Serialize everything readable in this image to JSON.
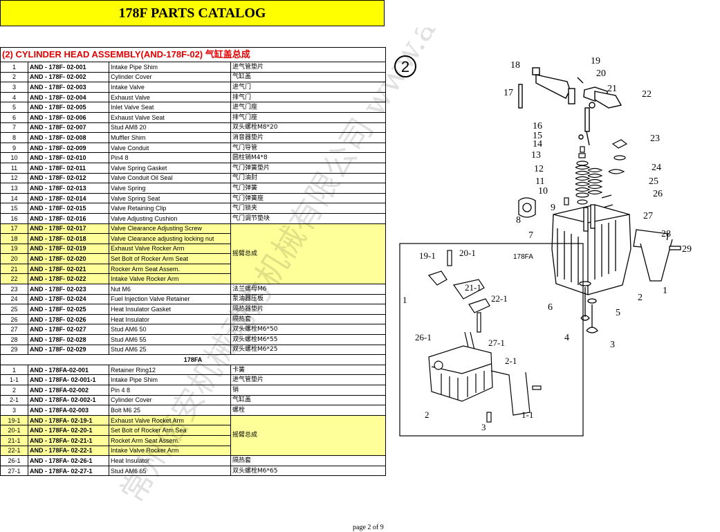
{
  "header": {
    "title": "178F PARTS CATALOG"
  },
  "table": {
    "title": "(2) CYLINDER HEAD ASSEMBLY(AND-178F-02) 气缸盖总成",
    "rows": [
      {
        "no": "1",
        "code": "AND - 178F- 02-001",
        "name": "Intake Pipe Shim",
        "cn": "进气管垫片"
      },
      {
        "no": "2",
        "code": "AND - 178F- 02-002",
        "name": "Cylinder Cover",
        "cn": "气缸盖"
      },
      {
        "no": "3",
        "code": "AND - 178F- 02-003",
        "name": "Intake Valve",
        "cn": "进气门"
      },
      {
        "no": "4",
        "code": "AND - 178F- 02-004",
        "name": "Exhaust Valve",
        "cn": "排气门"
      },
      {
        "no": "5",
        "code": "AND - 178F- 02-005",
        "name": "Inlet Valve Seat",
        "cn": "进气门座"
      },
      {
        "no": "6",
        "code": "AND - 178F- 02-006",
        "name": "Exhaust Valve Seat",
        "cn": "排气门座"
      },
      {
        "no": "7",
        "code": "AND - 178F- 02-007",
        "name": "Stud AM8 20",
        "cn": "双头螺栓M8*20"
      },
      {
        "no": "8",
        "code": "AND - 178F- 02-008",
        "name": "Muffler Shim",
        "cn": "消音器垫片"
      },
      {
        "no": "9",
        "code": "AND - 178F- 02-009",
        "name": "Valve Conduit",
        "cn": "气门导管"
      },
      {
        "no": "10",
        "code": "AND - 178F- 02-010",
        "name": "Pin4 8",
        "cn": "圆柱销M4*8"
      },
      {
        "no": "11",
        "code": "AND - 178F- 02-011",
        "name": "Valve Spring Gasket",
        "cn": "气门弹簧垫片"
      },
      {
        "no": "12",
        "code": "AND - 178F- 02-012",
        "name": "Valve Conduit Oil Seal",
        "cn": "气门油封"
      },
      {
        "no": "13",
        "code": "AND - 178F- 02-013",
        "name": "Valve Spring",
        "cn": "气门弹簧"
      },
      {
        "no": "14",
        "code": "AND - 178F- 02-014",
        "name": "Valve Spring Seat",
        "cn": "气门弹簧座"
      },
      {
        "no": "15",
        "code": "AND - 178F- 02-015",
        "name": "Valve Retaining Clip",
        "cn": "气门锁夹"
      },
      {
        "no": "16",
        "code": "AND - 178F- 02-016",
        "name": "Valve Adjusting Cushion",
        "cn": "气门调节垫块"
      }
    ],
    "group1": {
      "cn": "摇臂总成",
      "rows": [
        {
          "no": "17",
          "code": "AND - 178F- 02-017",
          "name": "Valve Clearance Adjusting Screw"
        },
        {
          "no": "18",
          "code": "AND - 178F- 02-018",
          "name": "Valve Clearance adjusting locking nut"
        },
        {
          "no": "19",
          "code": "AND - 178F- 02-019",
          "name": "Exhaust Valve Rocker Arm"
        },
        {
          "no": "20",
          "code": "AND - 178F- 02-020",
          "name": "Set Bolt of Rocker Arm Seat"
        },
        {
          "no": "21",
          "code": "AND - 178F- 02-021",
          "name": "Rocker Arm Seat Assem."
        },
        {
          "no": "22",
          "code": "AND - 178F- 02-022",
          "name": "Intake Valve Rocker Arm"
        }
      ]
    },
    "rows2": [
      {
        "no": "23",
        "code": "AND - 178F- 02-023",
        "name": "Nut M6",
        "cn": "法兰螺母M6"
      },
      {
        "no": "24",
        "code": "AND - 178F- 02-024",
        "name": "Fuel Injection Valve Retainer",
        "cn": "泵油器压板"
      },
      {
        "no": "25",
        "code": "AND - 178F- 02-025",
        "name": "Heat Insulator Gasket",
        "cn": "隔热器垫片"
      },
      {
        "no": "26",
        "code": "AND - 178F- 02-026",
        "name": "Heat Insulator",
        "cn": "隔热套"
      },
      {
        "no": "27",
        "code": "AND - 178F- 02-027",
        "name": "Stud AM6 50",
        "cn": "双头螺栓M6*50"
      },
      {
        "no": "28",
        "code": "AND - 178F- 02-028",
        "name": "Stud AM6 55",
        "cn": "双头螺栓M6*55"
      },
      {
        "no": "29",
        "code": "AND - 178F- 02-029",
        "name": "Stud AM6 25",
        "cn": "双头螺栓M6*25"
      }
    ],
    "section_fa": "178FA",
    "rows3": [
      {
        "no": "1",
        "code": "AND - 178FA-02-001",
        "name": "Retainer Ring12",
        "cn": "卡簧"
      },
      {
        "no": "1-1",
        "code": "AND - 178FA- 02-001-1",
        "name": "Intake Pipe Shim",
        "cn": "进气管垫片"
      },
      {
        "no": "2",
        "code": "AND - 178FA-02-002",
        "name": "Pin 4 8",
        "cn": "销"
      },
      {
        "no": "2-1",
        "code": "AND - 178FA- 02-002-1",
        "name": "Cylinder Cover",
        "cn": "气缸盖"
      },
      {
        "no": "3",
        "code": "AND - 178FA-02-003",
        "name": "Bolt M6 25",
        "cn": "螺栓"
      }
    ],
    "group2": {
      "cn": "摇臂总成",
      "rows": [
        {
          "no": "19-1",
          "code": "AND - 178FA- 02-19-1",
          "name": "Exhaust Valve Rocket Arm"
        },
        {
          "no": "20-1",
          "code": "AND - 178FA- 02-20-1",
          "name": "Set Bolt of Rocker Arm Sea"
        },
        {
          "no": "21-1",
          "code": "AND - 178FA- 02-21-1",
          "name": "Rocket Arm Seat Assem."
        },
        {
          "no": "22-1",
          "code": "AND - 178FA- 02-22-1",
          "name": "Intake Valve Rocker Arm"
        }
      ]
    },
    "rows4": [
      {
        "no": "26-1",
        "code": "AND - 178FA- 02-26-1",
        "name": "Heat Insulator",
        "cn": "隔热套"
      },
      {
        "no": "27-1",
        "code": "AND - 178FA- 02-27-1",
        "name": "Stud AM6 65",
        "cn": "双头螺栓M6*65"
      }
    ]
  },
  "diagram": {
    "circle_number": "2",
    "fa_label": "178FA",
    "callouts": [
      "18",
      "19",
      "20",
      "17",
      "21",
      "22",
      "16",
      "15",
      "14",
      "23",
      "13",
      "24",
      "12",
      "25",
      "11",
      "26",
      "10",
      "9",
      "27",
      "8",
      "7",
      "28",
      "29",
      "1",
      "2",
      "6",
      "5",
      "4",
      "3"
    ],
    "fa_callouts": [
      "19-1",
      "20-1",
      "21-1",
      "22-1",
      "1",
      "26-1",
      "27-1",
      "2-1",
      "2",
      "1-1",
      "3"
    ]
  },
  "watermark": {
    "text": "常州倍安机械动力机械有限公司  www.anmax.com.cn"
  },
  "footer": {
    "page": "page 2 of 9"
  }
}
